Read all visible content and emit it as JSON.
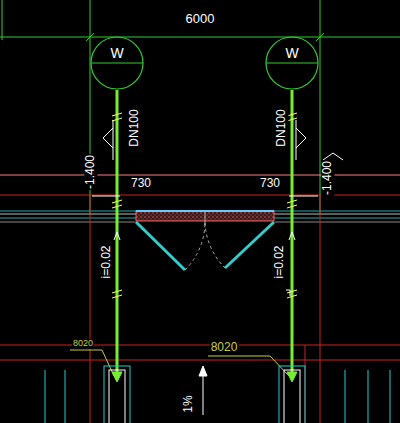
{
  "diagram": {
    "nodes": [
      {
        "text": [
          "W"
        ]
      },
      {
        "text": [
          "W"
        ]
      }
    ],
    "labels": [
      "6000",
      "-1.400",
      "DN100",
      "730",
      "DN100",
      "730",
      "-1.400",
      "i=0.02",
      "i=0.02",
      "8020",
      "8020",
      "1%"
    ]
  }
}
